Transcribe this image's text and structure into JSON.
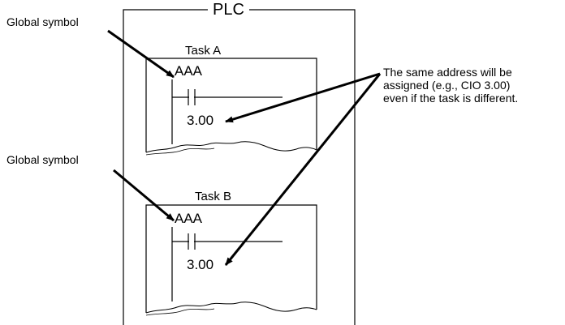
{
  "plc": {
    "title": "PLC"
  },
  "labels": {
    "global_symbol_top": "Global symbol",
    "global_symbol_bottom": "Global symbol"
  },
  "tasks": [
    {
      "name": "Task A",
      "symbol": "AAA",
      "address": "3.00"
    },
    {
      "name": "Task B",
      "symbol": "AAA",
      "address": "3.00"
    }
  ],
  "note": {
    "line1": "The same address will be",
    "line2": "assigned (e.g., CIO 3.00)",
    "line3": "even if the task is different."
  },
  "colors": {
    "stroke": "#000000",
    "background": "#ffffff"
  }
}
